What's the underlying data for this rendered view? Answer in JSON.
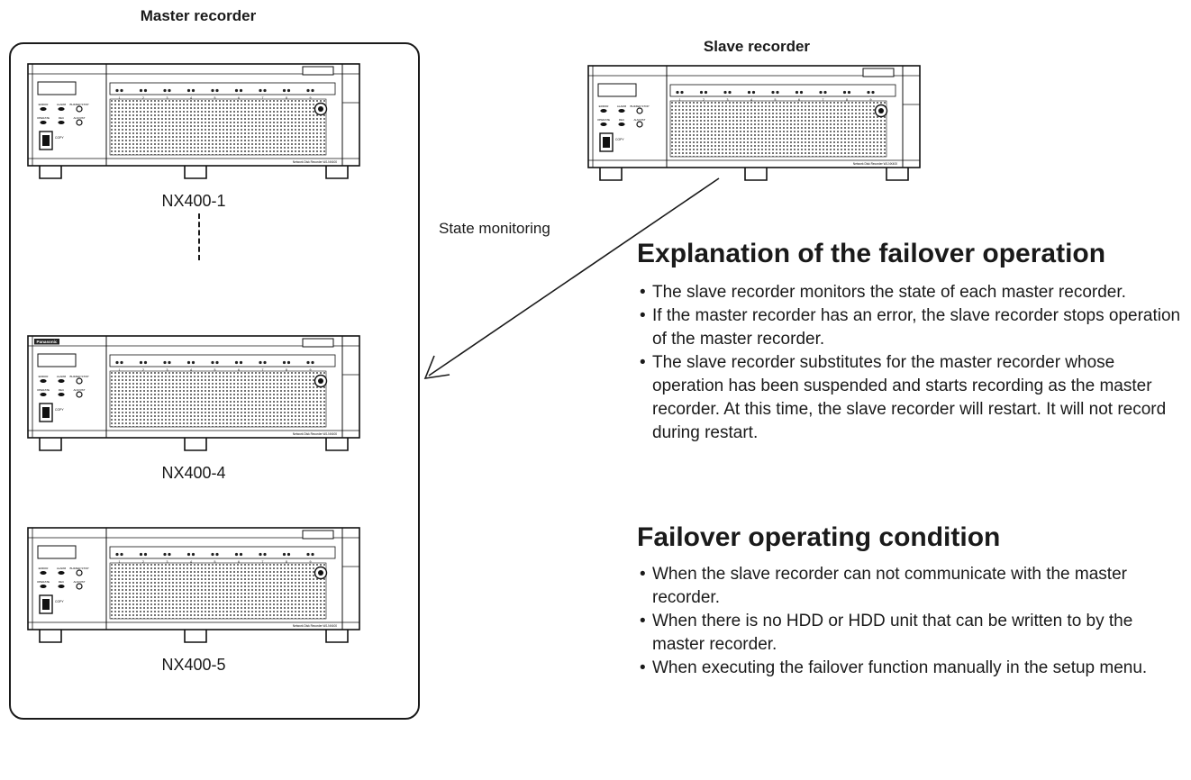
{
  "labels": {
    "master": "Master recorder",
    "slave": "Slave recorder",
    "state_monitoring": "State monitoring"
  },
  "recorders": {
    "r1": {
      "name": "NX400-1"
    },
    "r4": {
      "name": "NX400-4",
      "brand": "Panasonic"
    },
    "r5": {
      "name": "NX400-5"
    }
  },
  "recorder_panel": {
    "buttons": [
      "ERROR",
      "ALARM",
      "BUZZER STOP",
      "OPERATE",
      "REC",
      "ALM RST"
    ],
    "copy": "COPY",
    "model_line": "Network Disk Recorder WJ-NX400",
    "channels": [
      "1",
      "2",
      "3",
      "4",
      "5",
      "6",
      "7",
      "8",
      "9"
    ]
  },
  "explanation": {
    "heading": "Explanation of the failover operation",
    "bullets": [
      "The slave recorder monitors the state of each master recorder.",
      "If the master recorder has an error, the slave recorder stops operation of the master recorder.",
      "The slave recorder substitutes for the master recorder whose operation has been suspended and starts recording as the master recorder. At this time, the slave recorder will restart. It will not record during restart."
    ]
  },
  "condition": {
    "heading": "Failover operating condition",
    "bullets": [
      "When the slave recorder can not communicate with the master recorder.",
      "When there is no HDD or HDD unit that can be written to by the master recorder.",
      "When executing the failover function manually in the setup menu."
    ]
  }
}
